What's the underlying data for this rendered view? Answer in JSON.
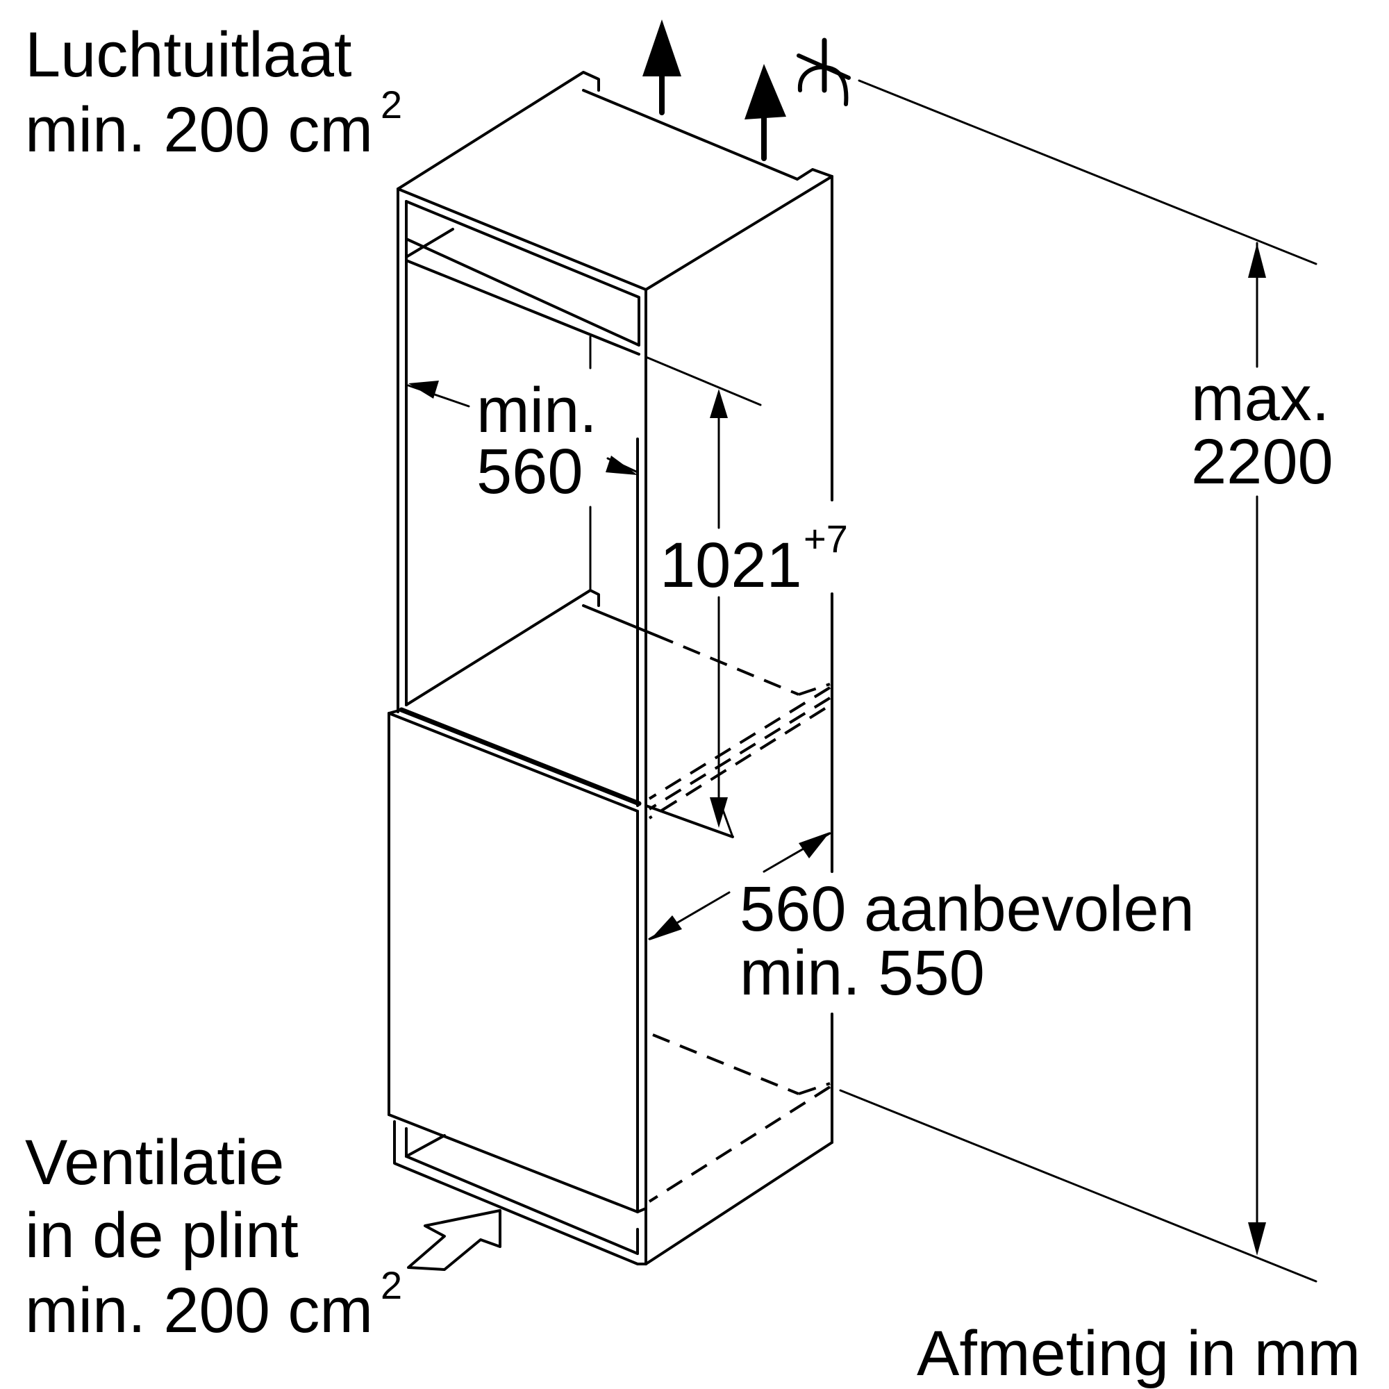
{
  "labels": {
    "air_outlet_line1": "Luchtuitlaat",
    "air_outlet_line2": "min. 200 cm",
    "air_outlet_sup": "2",
    "ventilation_line1": "Ventilatie",
    "ventilation_line2": "in de plint",
    "ventilation_line3": "min. 200 cm",
    "ventilation_sup": "2",
    "width_line1": "min.",
    "width_line2": "560",
    "height_main": "1021",
    "height_tolerance": "+7",
    "depth_line1": "560 aanbevolen",
    "depth_line2": "min. 550",
    "max_line1": "max.",
    "max_line2": "2200",
    "unit_note": "Afmeting in mm"
  }
}
